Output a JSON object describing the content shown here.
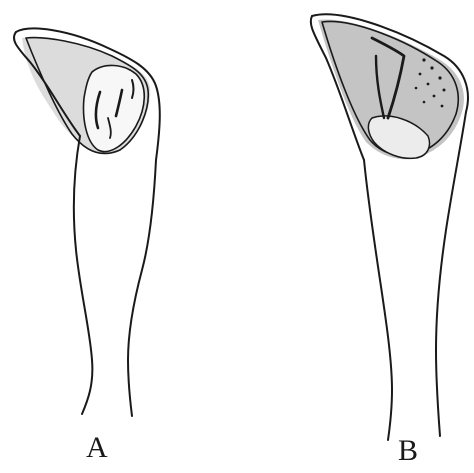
{
  "figure": {
    "panels": [
      {
        "id": "A",
        "label": "A",
        "shading_color": "#dcdcdc",
        "outline_color": "#1a1a1a"
      },
      {
        "id": "B",
        "label": "B",
        "shading_color": "#c4c4c4",
        "outline_color": "#1a1a1a"
      }
    ]
  }
}
